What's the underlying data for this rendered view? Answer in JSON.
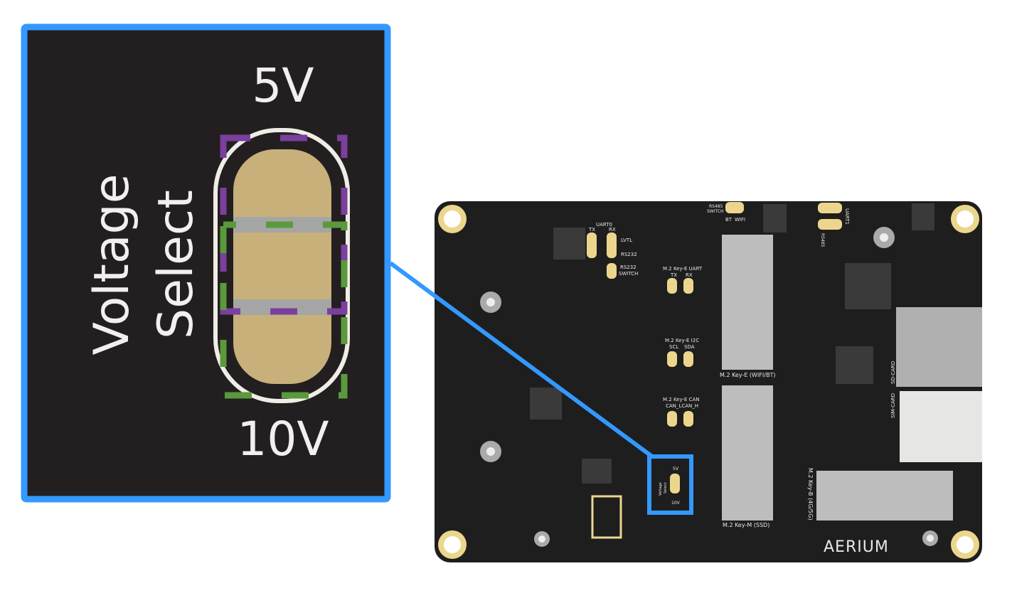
{
  "inset": {
    "title_line1": "Voltage",
    "title_line2": "Select",
    "top_option": "5V",
    "bottom_option": "10V"
  },
  "board": {
    "brand": "AERIUM",
    "labels": {
      "uart0": "UART0",
      "tx": "TX",
      "rx": "RX",
      "lvtl": "LVTL",
      "rs232": "RS232",
      "rs232_switch_1": "RS232",
      "rs232_switch_2": "SWITCH",
      "rs485_switch_1": "RS485",
      "rs485_switch_2": "SWITCH",
      "bt": "BT",
      "wifi": "WIFI",
      "uart1": "UART1",
      "rs485": "RS485",
      "key_e_uart": "M.2 Key-E UART",
      "key_e_i2c": "M.2 Key-E I2C",
      "scl": "SCL",
      "sda": "SDA",
      "key_e_can": "M.2 Key-E CAN",
      "can_pins": "CAN_LCAN_H",
      "key_e_conn": "M.2 Key-E (WIFI/BT)",
      "key_m_conn": "M.2 Key-M (SSD)",
      "key_b_conn": "M.2 Key-B (4G/5G)",
      "sd_card": "SD-CARD",
      "sim_card": "SIM-CARD",
      "vs_small_1": "Voltage",
      "vs_small_2": "Select",
      "vs_small_5v": "5V",
      "vs_small_10v": "10V"
    }
  },
  "colors": {
    "callout_blue": "#3399ff",
    "board_black": "#1e1e1e",
    "pad_gold": "#ecd68e",
    "jumper_tan": "#c7b07a",
    "dash_purple": "#7b3f9e",
    "dash_green": "#5a9a3c"
  }
}
